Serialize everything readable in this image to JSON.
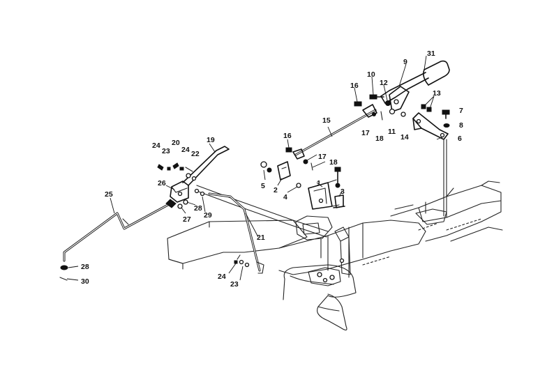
{
  "diagram": {
    "callouts": [
      {
        "id": "c31",
        "text": "31"
      },
      {
        "id": "c9",
        "text": "9"
      },
      {
        "id": "c10",
        "text": "10"
      },
      {
        "id": "c12",
        "text": "12"
      },
      {
        "id": "c16a",
        "text": "16"
      },
      {
        "id": "c13",
        "text": "13"
      },
      {
        "id": "c7",
        "text": "7"
      },
      {
        "id": "c8",
        "text": "8"
      },
      {
        "id": "c17a",
        "text": "17"
      },
      {
        "id": "c18a",
        "text": "18"
      },
      {
        "id": "c11",
        "text": "11"
      },
      {
        "id": "c14",
        "text": "14"
      },
      {
        "id": "c6",
        "text": "6"
      },
      {
        "id": "c15",
        "text": "15"
      },
      {
        "id": "c16b",
        "text": "16"
      },
      {
        "id": "c17b",
        "text": "17"
      },
      {
        "id": "c18b",
        "text": "18"
      },
      {
        "id": "c1",
        "text": "1"
      },
      {
        "id": "c3",
        "text": "3"
      },
      {
        "id": "c5",
        "text": "5"
      },
      {
        "id": "c2",
        "text": "2"
      },
      {
        "id": "c4",
        "text": "4"
      },
      {
        "id": "c19",
        "text": "19"
      },
      {
        "id": "c24a",
        "text": "24"
      },
      {
        "id": "c20",
        "text": "20"
      },
      {
        "id": "c24b",
        "text": "24"
      },
      {
        "id": "c23a",
        "text": "23"
      },
      {
        "id": "c22",
        "text": "22"
      },
      {
        "id": "c26",
        "text": "26"
      },
      {
        "id": "c25",
        "text": "25"
      },
      {
        "id": "c28a",
        "text": "28"
      },
      {
        "id": "c29",
        "text": "29"
      },
      {
        "id": "c27",
        "text": "27"
      },
      {
        "id": "c21",
        "text": "21"
      },
      {
        "id": "c24c",
        "text": "24"
      },
      {
        "id": "c23b",
        "text": "23"
      },
      {
        "id": "c28b",
        "text": "28"
      },
      {
        "id": "c30",
        "text": "30"
      }
    ]
  }
}
